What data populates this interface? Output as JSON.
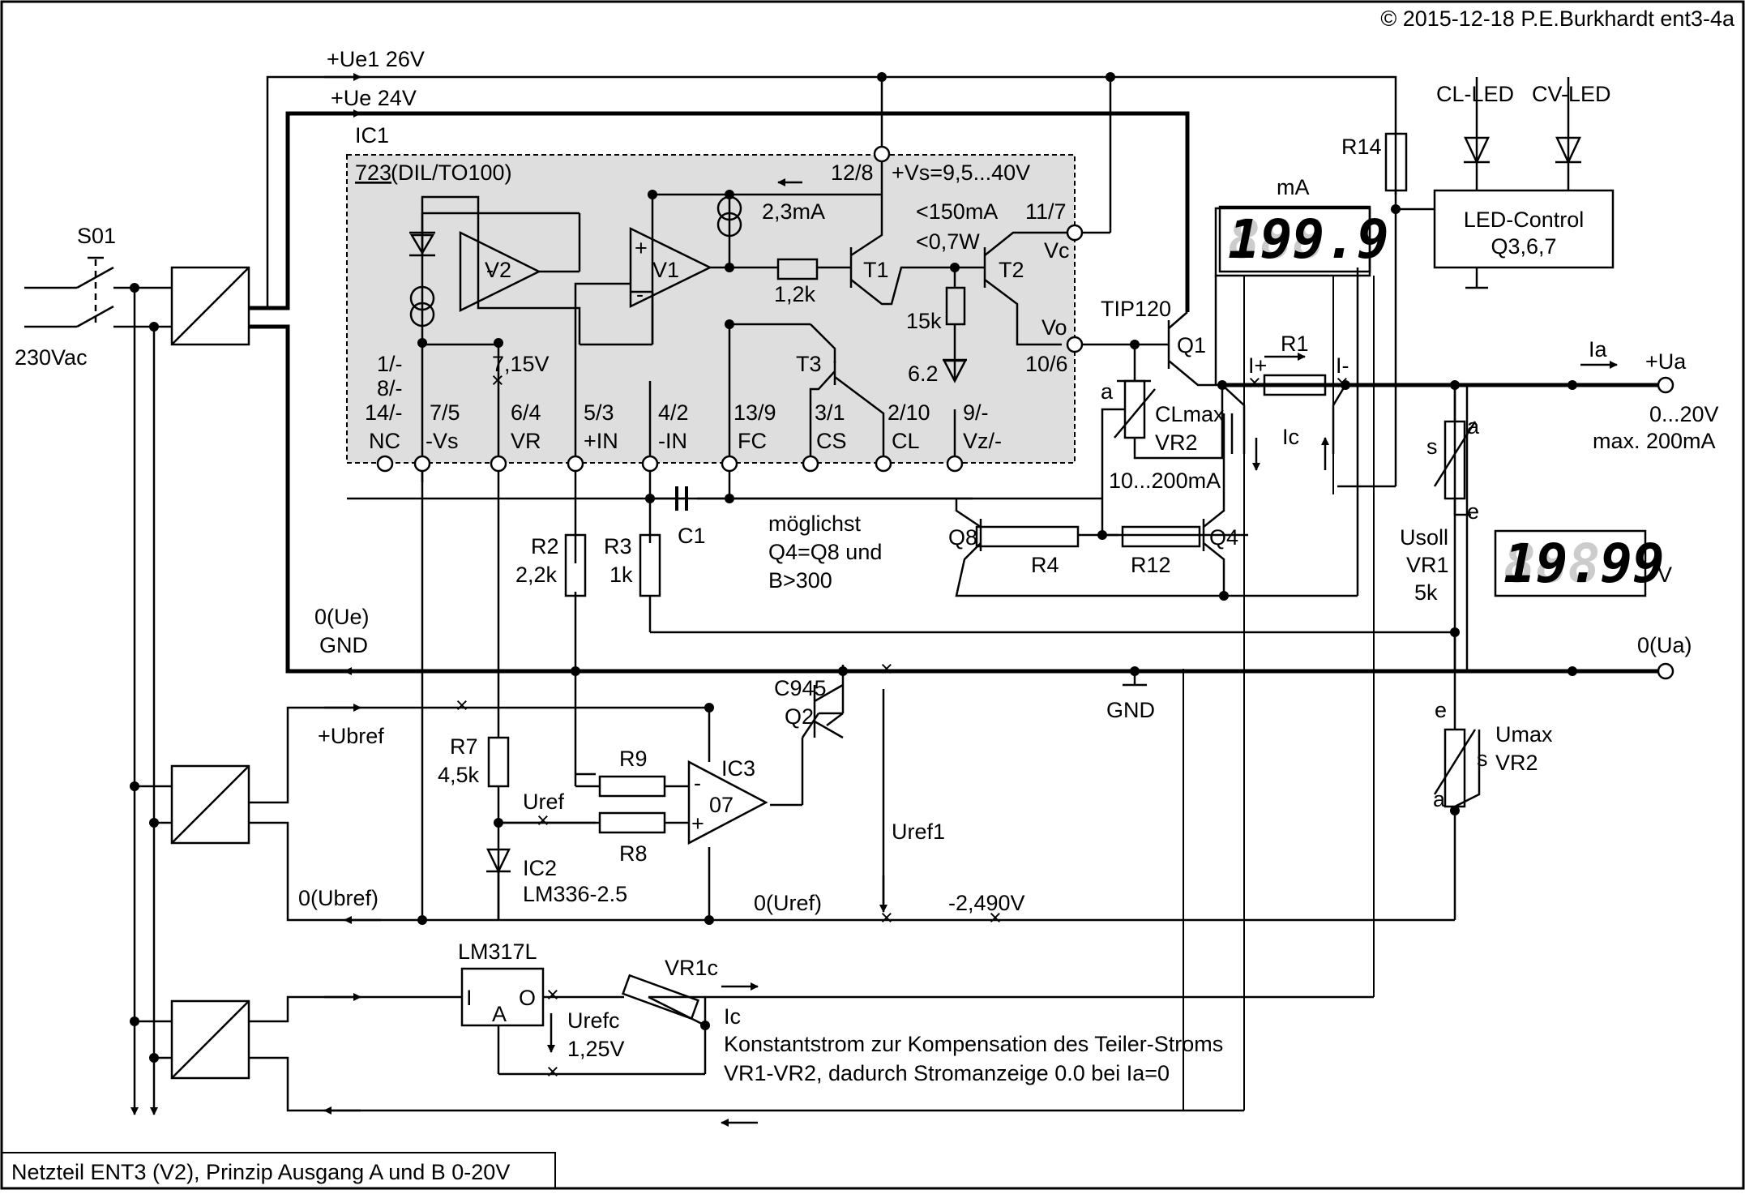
{
  "copyright": "© 2015-12-18 P.E.Burkhardt ent3-4a",
  "footer_title": "Netzteil ENT3 (V2), Prinzip Ausgang A und B 0-20V",
  "rails": {
    "ue1": "+Ue1  26V",
    "ue": "+Ue  24V",
    "gnd_ue": "0(Ue)",
    "gnd_label": "GND",
    "gnd_symbol": "GND",
    "ubref": "+Ubref",
    "gnd_ubref": "0(Ubref)",
    "gnd_uref": "0(Uref)",
    "minus_ref": "-2,490V",
    "uref1": "Uref1",
    "uref": "Uref"
  },
  "mains": {
    "switch": "S01",
    "voltage": "230Vac"
  },
  "ic1": {
    "name": "IC1",
    "part_number": "723",
    "package": " (DIL/TO100)",
    "supply_pin": "12/8",
    "supply_range": "+Vs=9,5...40V",
    "ref_current": "2,3mA",
    "current_limit": "<150mA",
    "power_limit": "<0,7W",
    "amp_v1": "V1",
    "amp_v2": "V2",
    "t1": "T1",
    "t2": "T2",
    "t3": "T3",
    "r_1k2": "1,2k",
    "r_15k": "15k",
    "zener": "6.2",
    "vc_pin": "11/7",
    "vc": "Vc",
    "vo": "Vo",
    "vo_pin": "10/6",
    "vr_volt": "7,15V",
    "pins": [
      {
        "num": "1/-",
        "num2": "8/-",
        "num3": "14/-",
        "name": "NC"
      },
      {
        "num": "7/5",
        "name": "-Vs"
      },
      {
        "num": "6/4",
        "name": "VR"
      },
      {
        "num": "5/3",
        "name": "+IN"
      },
      {
        "num": "4/2",
        "name": "-IN"
      },
      {
        "num": "13/9",
        "name": "FC"
      },
      {
        "num": "3/1",
        "name": "CS"
      },
      {
        "num": "2/10",
        "name": "CL"
      },
      {
        "num": "9/-",
        "name": "Vz/-"
      }
    ]
  },
  "components": {
    "c1": "C1",
    "r2": "R2",
    "r2v": "2,2k",
    "r3": "R3",
    "r3v": "1k",
    "note1": "möglichst",
    "note2": "Q4=Q8 und",
    "note3": "B>300",
    "q8": "Q8",
    "q4": "Q4",
    "r4": "R4",
    "r12": "R12",
    "q1_type": "TIP120",
    "q1": "Q1",
    "r1": "R1",
    "i_plus": "I+",
    "i_minus": "I-",
    "ic_loop": "Ic",
    "clmax": "CLmax",
    "clmax_vr": "VR2",
    "wiper_a": "a",
    "range": "10...200mA",
    "r14": "R14",
    "cl_led": "CL-LED",
    "cv_led": "CV-LED",
    "led_control": "LED-Control",
    "led_control_q": "Q3,6,7",
    "meter_unit_a": "mA",
    "meter_a": "199.9",
    "meter_v": "19.99",
    "meter_unit_v": "V",
    "ia": "Ia",
    "ua": "+Ua",
    "range_out": "0...20V",
    "max_out": "max. 200mA",
    "ua_gnd": "0(Ua)",
    "usoll": "Usoll",
    "usoll_vr": "VR1",
    "usoll_val": "5k",
    "pot_s": "s",
    "pot_a": "a",
    "pot_e": "e",
    "umax": "Umax",
    "umax_vr": "VR2",
    "c945": "C945",
    "q2": "Q2",
    "ic3": "IC3",
    "ic3_type": "07",
    "r9": "R9",
    "r8": "R8",
    "r7": "R7",
    "r7v": "4,5k",
    "ic2": "IC2",
    "ic2_type": "LM336-2.5",
    "lm317": "LM317L",
    "lm_i": "I",
    "lm_a": "A",
    "lm_o": "O",
    "urefc": "Urefc",
    "urefc_v": "1,25V",
    "vr1c": "VR1c",
    "ic_out": "Ic",
    "comp1": "Konstantstrom zur Kompensation des Teiler-Stroms",
    "comp2": "VR1-VR2, dadurch Stromanzeige 0.0 bei Ia=0"
  }
}
